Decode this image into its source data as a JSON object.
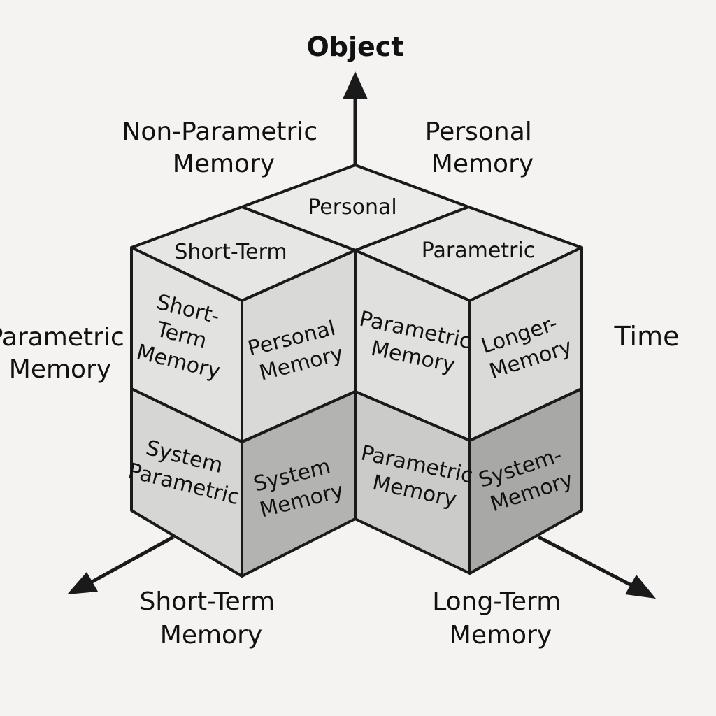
{
  "colors": {
    "background": "#f4f3f1",
    "top_face": "#ebebea",
    "front_upper": "#e2e2e0",
    "side_upper": "#d9d9d7",
    "front_lower": "#cfcfcd",
    "side_lower": "#a9a9a7",
    "stroke": "#1a1a1a"
  },
  "axes": {
    "object": "Object",
    "time": "Time",
    "left_axis": [
      "Short-Term",
      "Memory"
    ],
    "right_axis": [
      "Long-Term",
      "Memory"
    ]
  },
  "outer_labels": {
    "top_left": [
      "Non-Parametric",
      "Memory"
    ],
    "top_right": [
      "Personal",
      "Memory"
    ],
    "left": [
      "Parametric",
      "Memory"
    ]
  },
  "top_faces": {
    "back": "Personal",
    "left": "Short-Term",
    "right": "Parametric"
  },
  "faces": {
    "left_upper_front": [
      "Short-",
      "Term",
      "Memory"
    ],
    "left_upper_side": [
      "Personal",
      "Memory"
    ],
    "right_upper_front": [
      "Parametric",
      "Memory"
    ],
    "right_upper_side": [
      "Longer-",
      "Memory"
    ],
    "left_lower_front": [
      "System",
      "Parametric"
    ],
    "left_lower_side": [
      "System",
      "Memory"
    ],
    "right_lower_front": [
      "Parametric",
      "Memory"
    ],
    "right_lower_side": [
      "System-",
      "Memory"
    ]
  }
}
